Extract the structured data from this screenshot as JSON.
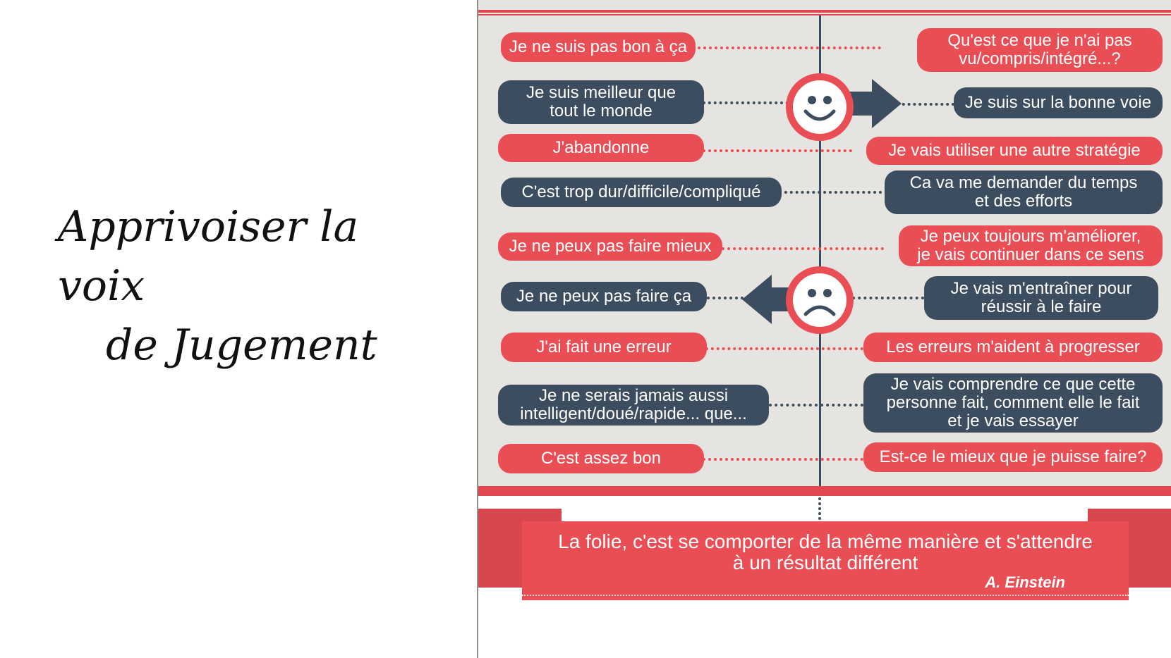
{
  "title": {
    "line1": "Apprivoiser la voix",
    "line2": "de Jugement"
  },
  "rows": [
    {
      "left": "Je ne suis pas bon à ça",
      "right": "Qu'est ce que je n'ai pas\nvu/compris/intégré...?",
      "color": "red"
    },
    {
      "left": "Je suis meilleur que\ntout le monde",
      "right": "Je suis sur la bonne voie",
      "color": "navy"
    },
    {
      "left": "J'abandonne",
      "right": "Je vais utiliser une autre stratégie",
      "color": "red"
    },
    {
      "left": "C'est trop dur/difficile/compliqué",
      "right": "Ca va me demander du temps\net des efforts",
      "color": "navy"
    },
    {
      "left": "Je ne peux pas faire mieux",
      "right": "Je peux toujours m'améliorer,\nje vais continuer dans ce sens",
      "color": "red"
    },
    {
      "left": "Je ne peux pas faire ça",
      "right": "Je vais m'entraîner pour\nréussir à le faire",
      "color": "navy"
    },
    {
      "left": "J'ai fait une erreur",
      "right": "Les erreurs m'aident à progresser",
      "color": "red"
    },
    {
      "left": "Je ne serais jamais aussi\nintelligent/doué/rapide... que...",
      "right": "Je vais comprendre ce que cette\npersonne fait, comment elle le fait\net je vais essayer",
      "color": "navy"
    },
    {
      "left": "C'est assez bon",
      "right": "Est-ce le mieux que je puisse faire?",
      "color": "red"
    }
  ],
  "icons": {
    "happy": "smiley-face-icon",
    "sad": "sad-face-icon",
    "right_arrow": "arrow-right-icon",
    "left_arrow": "arrow-left-icon"
  },
  "banner": {
    "quote": "La folie, c'est se comporter de la même manière et s'attendre\nà un résultat différent",
    "author": "A. Einstein"
  },
  "colors": {
    "red": "#e94e55",
    "navy": "#3b4d5f",
    "panel": "#e6e4e1"
  }
}
